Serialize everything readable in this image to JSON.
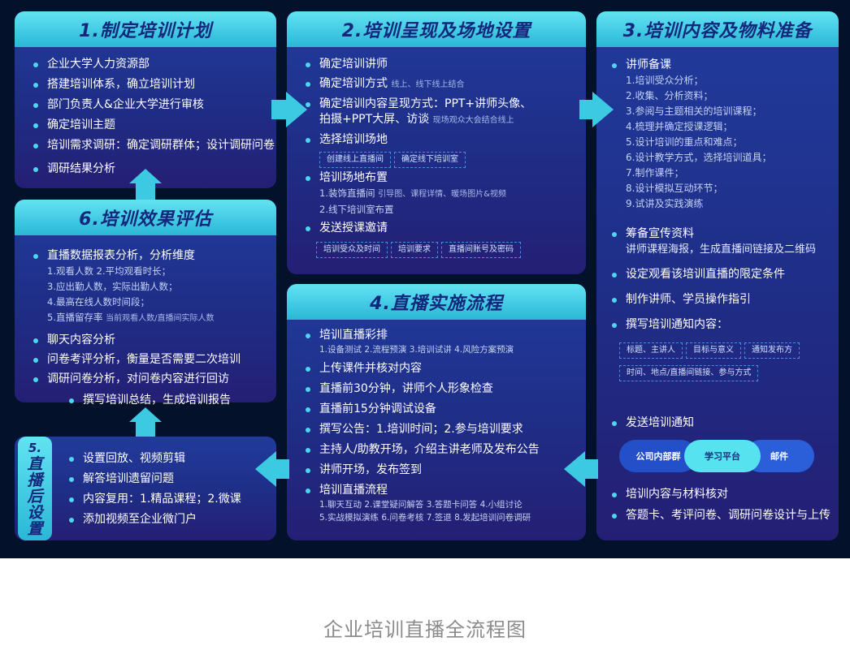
{
  "box1": {
    "title": "1.制定培训计划",
    "items": [
      "企业大学人力资源部",
      "搭建培训体系，确立培训计划",
      "部门负责人&企业大学进行审核",
      "确定培训主题",
      "培训需求调研：确定调研群体；设计调研问卷",
      "调研结果分析"
    ]
  },
  "box2": {
    "title": "2.培训呈现及场地设置",
    "item1": "确定培训讲师",
    "item2": "确定培训方式",
    "item2_note": "线上、线下线上结合",
    "item3": "确定培训内容呈现方式：PPT+讲师头像、",
    "item3b": "拍摄+PPT大屏、访谈",
    "item3b_note": "现场观众大会结合线上",
    "item4": "选择培训场地",
    "item4_tags": [
      "创建线上直播间",
      "确定线下培训室"
    ],
    "item5": "培训场地布置",
    "item5_sub1": "1.装饰直播间",
    "item5_sub1_note": "引导图、课程详情、暖场图片&视频",
    "item5_sub2": "2.线下培训室布置",
    "item6": "发送授课邀请",
    "item6_tags": [
      "培训受众及时间",
      "培训要求",
      "直播间账号及密码"
    ]
  },
  "box3": {
    "title": "3.培训内容及物料准备",
    "item1": "讲师备课",
    "item1_subs": [
      "1.培训受众分析；",
      "2.收集、分析资料；",
      "3.参阅与主题相关的培训课程；",
      "4.梳理并确定授课逻辑；",
      "5.设计培训的重点和难点；",
      "6.设计教学方式，选择培训道具；",
      "7.制作课件；",
      "8.设计模拟互动环节；",
      "9.试讲及实践演练"
    ],
    "item2": "筹备宣传资料",
    "item2_sub": "讲师课程海报，生成直播间链接及二维码",
    "item3": "设定观看该培训直播的限定条件",
    "item4": "制作讲师、学员操作指引",
    "item5": "撰写培训通知内容：",
    "item5_tags_row1": [
      "标题、主讲人",
      "目标与意义",
      "通知发布方"
    ],
    "item5_tags_row2": [
      "时间、地点/直播间链接、参与方式"
    ],
    "item6": "发送培训通知",
    "pills": [
      "公司内部群",
      "学习平台",
      "邮件"
    ],
    "item7": "培训内容与材料核对",
    "item8": "答题卡、考评问卷、调研问卷设计与上传"
  },
  "box4": {
    "title": "4.直播实施流程",
    "item1": "培训直播彩排",
    "item1_sub": "1.设备测试  2.流程预演  3.培训试讲  4.风险方案预演",
    "item2": "上传课件并核对内容",
    "item3": "直播前30分钟，讲师个人形象检查",
    "item4": "直播前15分钟调试设备",
    "item5": "撰写公告：1.培训时间；2.参与培训要求",
    "item6": "主持人/助教开场，介绍主讲老师及发布公告",
    "item7": "讲师开场，发布签到",
    "item8": "培训直播流程",
    "item8_sub1": "1.聊天互动  2.课堂疑问解答  3.答题卡问答  4.小组讨论",
    "item8_sub2": "5.实战模拟演练  6.问卷考核  7.签退  8.发起培训问卷调研"
  },
  "box5": {
    "title_chars": [
      "5.",
      "直",
      "播",
      "后",
      "设",
      "置"
    ],
    "items": [
      "设置回放、视频剪辑",
      "解答培训遗留问题",
      "内容复用：1.精品课程；2.微课",
      "添加视频至企业微门户"
    ]
  },
  "box6": {
    "title": "6.培训效果评估",
    "item1": "直播数据报表分析，分析维度",
    "item1_subs": [
      "1.观看人数    2.平均观看时长；",
      "3.应出勤人数，实际出勤人数；",
      "4.最高在线人数时间段；"
    ],
    "item1_sub5": "5.直播留存率",
    "item1_sub5_note": "当前观看人数/直播间实际人数",
    "item2": "聊天内容分析",
    "item3": "问卷考评分析，衡量是否需要二次培训",
    "item4": "调研问卷分析，对问卷内容进行回访",
    "item5": "撰写培训总结，生成培训报告"
  },
  "caption": "企业培训直播全流程图",
  "colors": {
    "background": "#04112b",
    "box_fill": "#1f2d86",
    "header": "#3ccbe3",
    "header_text": "#12287c",
    "bullet": "#4fd6ee",
    "pill_left": "#2350c8",
    "pill_mid": "#56e3ef",
    "pill_right": "#2a5fd9"
  }
}
